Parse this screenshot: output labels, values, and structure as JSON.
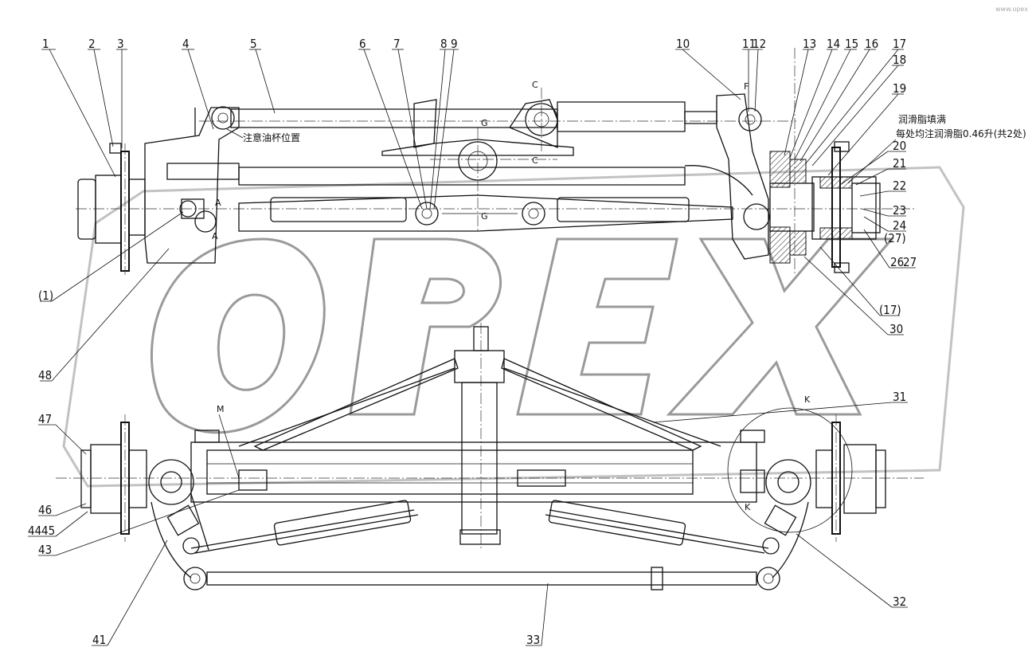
{
  "callouts_top": [
    "1",
    "2",
    "3",
    "4",
    "5",
    "6",
    "7",
    "8",
    "9",
    "10",
    "11",
    "12",
    "13",
    "14",
    "15",
    "16",
    "17",
    "18",
    "19",
    "20",
    "21",
    "22",
    "23",
    "24",
    "(27)",
    "26",
    "27",
    "(17)",
    "30",
    "(1)",
    "48"
  ],
  "callouts_bottom": [
    "47",
    "46",
    "44",
    "45",
    "43",
    "41",
    "33",
    "32",
    "31"
  ],
  "notes": {
    "grease_note_1": "注意油杯位置",
    "grease_note_2": "润滑脂填满",
    "grease_note_3": "每处均注润滑脂0.46升(共2处)"
  },
  "section_letters": {
    "a1": "A",
    "a2": "A",
    "c1": "C",
    "c2": "C",
    "g1": "G",
    "g2": "G",
    "f": "F",
    "k1": "K",
    "k2": "K",
    "m": "M"
  },
  "watermark": "OPEX",
  "corner_stamp": "www.opex"
}
